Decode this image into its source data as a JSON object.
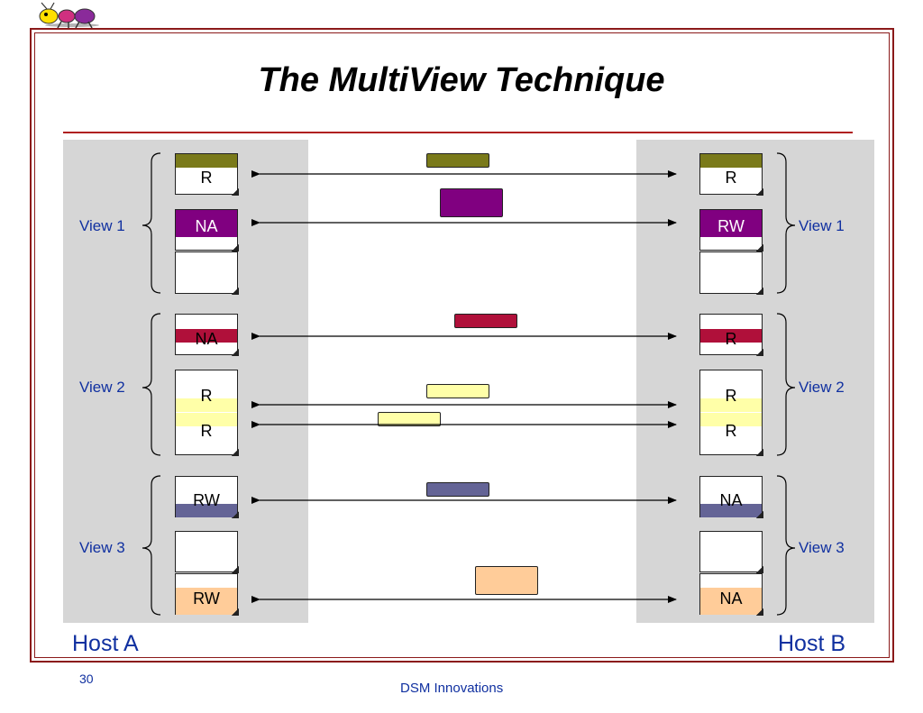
{
  "slide": {
    "title": "The MultiView Technique",
    "page_number": "30",
    "footer": "DSM Innovations"
  },
  "hosts": {
    "a": "Host A",
    "b": "Host B"
  },
  "views": {
    "left": [
      "View 1",
      "View 2",
      "View 3"
    ],
    "right": [
      "View 1",
      "View 2",
      "View 3"
    ]
  },
  "pages": {
    "a1_top": "R",
    "a1_mid": "NA",
    "a2_top": "NA",
    "a2_mid_r1": "R",
    "a2_mid_r2": "R",
    "a3_top": "RW",
    "a3_bot": "RW",
    "b1_top": "R",
    "b1_mid": "RW",
    "b2_top": "R",
    "b2_mid_r1": "R",
    "b2_mid_r2": "R",
    "b3_top": "NA",
    "b3_bot": "NA"
  },
  "colors": {
    "frame": "#8b1a1a",
    "olive": "#7a7a1a",
    "purple": "#800080",
    "crimson": "#b0103a",
    "pale_yellow": "#ffffa8",
    "slate": "#646496",
    "peach": "#ffcc99",
    "text_blue": "#1030a0"
  }
}
